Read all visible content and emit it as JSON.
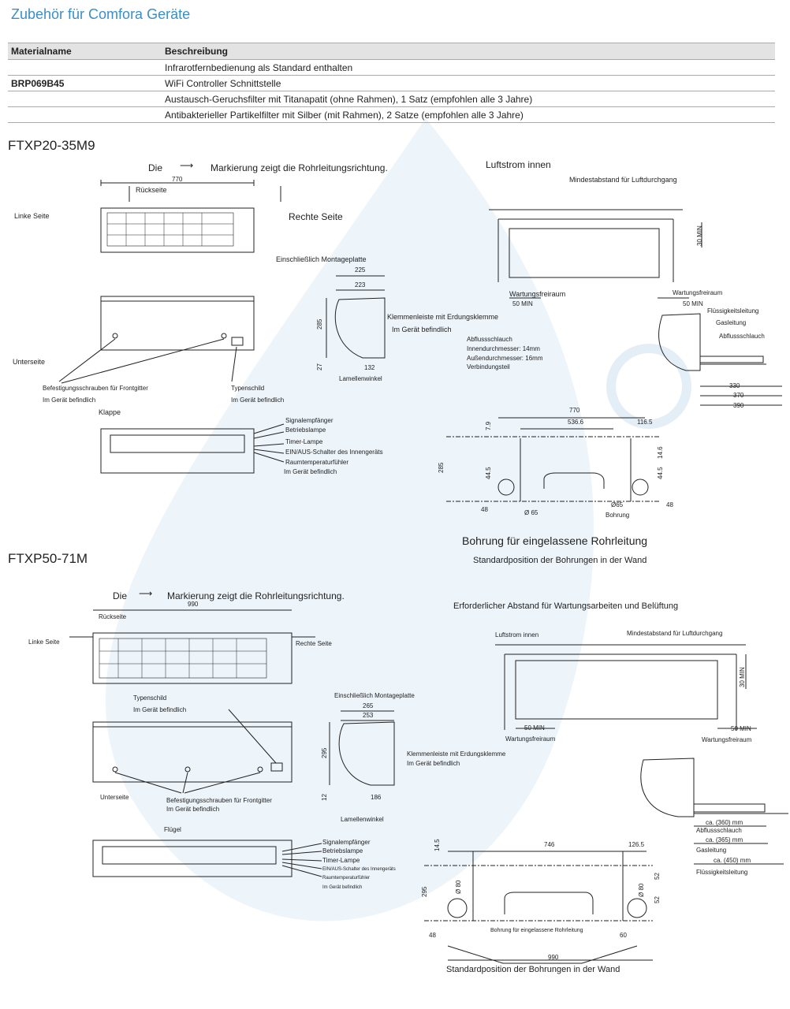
{
  "title": "Zubehör für Comfora Geräte",
  "table": {
    "headers": [
      "Materialname",
      "Beschreibung"
    ],
    "rows": [
      [
        "",
        "Infrarotfernbedienung als Standard enthalten"
      ],
      [
        "BRP069B45",
        "WiFi Controller Schnittstelle"
      ],
      [
        "",
        "Austausch-Geruchsfilter mit Titanapatit (ohne Rahmen), 1 Satz (empfohlen alle 3 Jahre)"
      ],
      [
        "",
        "Antibakterieller Partikelfilter mit Silber (mit Rahmen), 2 Satze (empfohlen alle 3 Jahre)"
      ]
    ]
  },
  "s1": {
    "heading": "FTXP20-35M9",
    "die": "Die",
    "marking": "Markierung zeigt die Rohrleitungsrichtung.",
    "w770": "770",
    "rueckseite": "Rückseite",
    "linke": "Linke Seite",
    "rechte": "Rechte Seite",
    "montage": "Einschließlich Montageplatte",
    "d225": "225",
    "d223": "223",
    "d285": "285",
    "d27": "27",
    "d132": "132",
    "klemmen": "Klemmenleiste mit Erdungsklemme",
    "im_geraet": "Im Gerät befindlich",
    "lamellen": "Lamellenwinkel",
    "abfluss": "Abflussschlauch",
    "innen": "Innendurchmesser: 14mm",
    "aussen": "Außendurchmesser: 16mm",
    "verbindung": "Verbindungsteil",
    "unterseite": "Unterseite",
    "befestigung": "Befestigungsschrauben für Frontgitter",
    "typenschild": "Typenschild",
    "klappe": "Klappe",
    "signal": "Signalempfänger",
    "betrieb": "Betriebslampe",
    "timer": "Timer-Lampe",
    "einaus": "EIN/AUS-Schalter des Innengeräts",
    "raumtemp": "Raumtemperaturfühler",
    "luftstrom": "Luftstrom innen",
    "mindest": "Mindestabstand für Luftdurchgang",
    "min30": "30 MIN",
    "wartung": "Wartungsfreiraum",
    "min50": "50 MIN",
    "fluessig": "Flüssigkeitsleitung",
    "gas": "Gasleitung",
    "d330": "330",
    "d370": "370",
    "d390": "390",
    "b770": "770",
    "b536": "536.6",
    "b116": "116.5",
    "b79": "7.9",
    "b285": "285",
    "b445": "44.5",
    "b146": "14.6",
    "b48": "48",
    "b65a": "Ø 65",
    "b65b": "Ø65",
    "bohrung": "Bohrung",
    "bohr_title": "Bohrung für eingelassene Rohrleitung",
    "standard": "Standardposition der Bohrungen in der Wand"
  },
  "s2": {
    "heading": "FTXP50-71M",
    "die": "Die",
    "marking": "Markierung zeigt die Rohrleitungsrichtung.",
    "w990": "990",
    "rueckseite": "Rückseite",
    "linke": "Linke Seite",
    "rechte": "Rechte Seite",
    "typenschild": "Typenschild",
    "im_geraet": "Im Gerät befindlich",
    "montage": "Einschließlich Montageplatte",
    "d265": "265",
    "d253": "253",
    "d295": "295",
    "d12": "12",
    "d186": "186",
    "klemmen": "Klemmenleiste mit Erdungsklemme",
    "lamellen": "Lamellenwinkel",
    "unterseite": "Unterseite",
    "befestigung": "Befestigungsschrauben für Frontgitter",
    "fluegel": "Flügel",
    "signal": "Signalempfänger",
    "betrieb": "Betriebslampe",
    "timer": "Timer-Lampe",
    "einaus": "EIN/AUS-Schalter des Innengeräts",
    "raumtemp": "Raumtemperaturfühler",
    "erforderlich": "Erforderlicher Abstand für Wartungsarbeiten und Belüftung",
    "luftstrom": "Luftstrom innen",
    "mindest": "Mindestabstand für Luftdurchgang",
    "min30": "30 MIN",
    "min50": "50 MIN",
    "wartung": "Wartungsfreiraum",
    "ca360": "ca. (360) mm",
    "abfluss": "Abflussschlauch",
    "ca365": "ca. (365) mm",
    "gas": "Gasleitung",
    "ca450": "ca. (450) mm",
    "fluessig": "Flüssigkeitsleitung",
    "b746": "746",
    "b1265": "126.5",
    "b145": "14.5",
    "b295": "295",
    "b52": "52",
    "b80": "Ø 80",
    "bohr_label": "Bohrung für eingelassene Rohrleitung",
    "b48": "48",
    "b60": "60",
    "b990": "990",
    "standard": "Standardposition der Bohrungen in der Wand"
  }
}
